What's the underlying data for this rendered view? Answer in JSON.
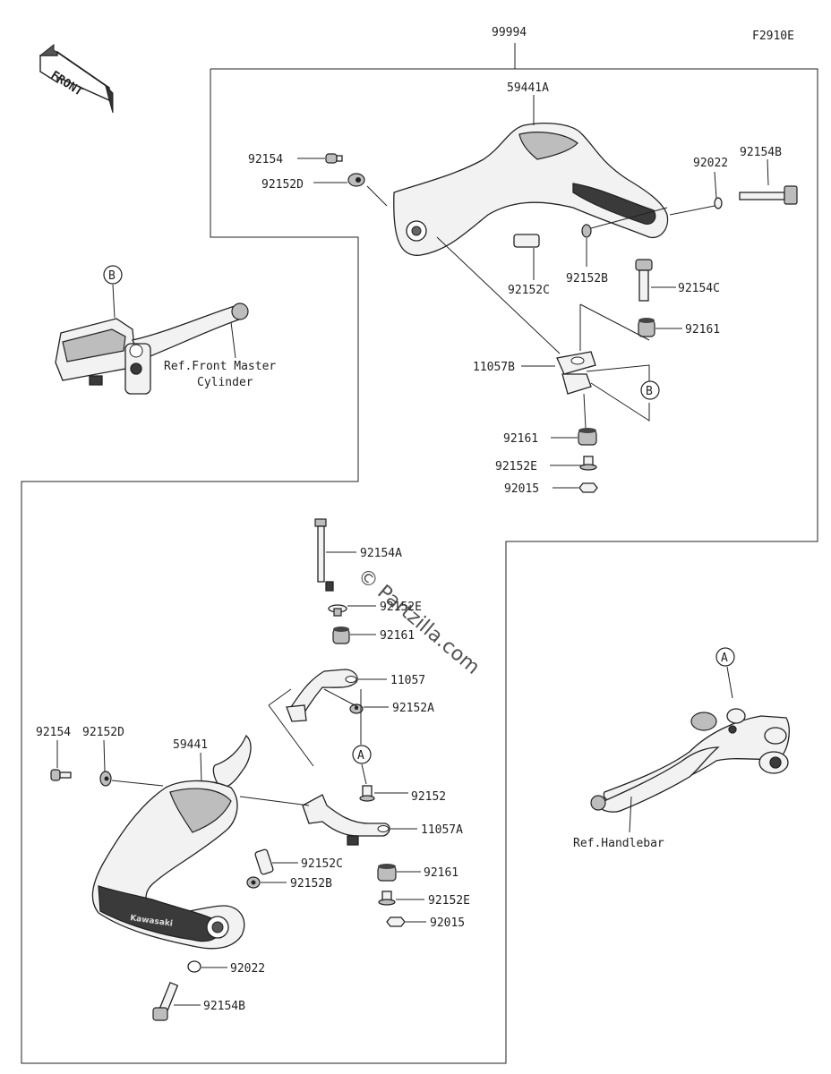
{
  "diagram_code": "F2910E",
  "front_arrow_label": "FRONT",
  "watermark": "© Partzilla.com",
  "callouts": {
    "a1": "A",
    "a2": "A",
    "b1": "B",
    "b2": "B"
  },
  "references": {
    "master_line1": "Ref.Front Master",
    "master_line2": "Cylinder",
    "handlebar": "Ref.Handlebar"
  },
  "parts": {
    "p99994": "99994",
    "p59441A": "59441A",
    "p92154_top": "92154",
    "p92152D_top": "92152D",
    "p92022_top": "92022",
    "p92154B_top": "92154B",
    "p92152C_top": "92152C",
    "p92152B_top": "92152B",
    "p92154C": "92154C",
    "p92161_top1": "92161",
    "p11057B": "11057B",
    "p92161_top2": "92161",
    "p92152E_top": "92152E",
    "p92015_top": "92015",
    "p92154A": "92154A",
    "p92152E_mid": "92152E",
    "p92161_mid": "92161",
    "p11057": "11057",
    "p92152A": "92152A",
    "p92154_low": "92154",
    "p92152D_low": "92152D",
    "p59441": "59441",
    "p92152": "92152",
    "p11057A": "11057A",
    "p92152C_low": "92152C",
    "p92161_low": "92161",
    "p92152B_low": "92152B",
    "p92152E_low": "92152E",
    "p92015_low": "92015",
    "p92022_low": "92022",
    "p92154B_low": "92154B"
  }
}
